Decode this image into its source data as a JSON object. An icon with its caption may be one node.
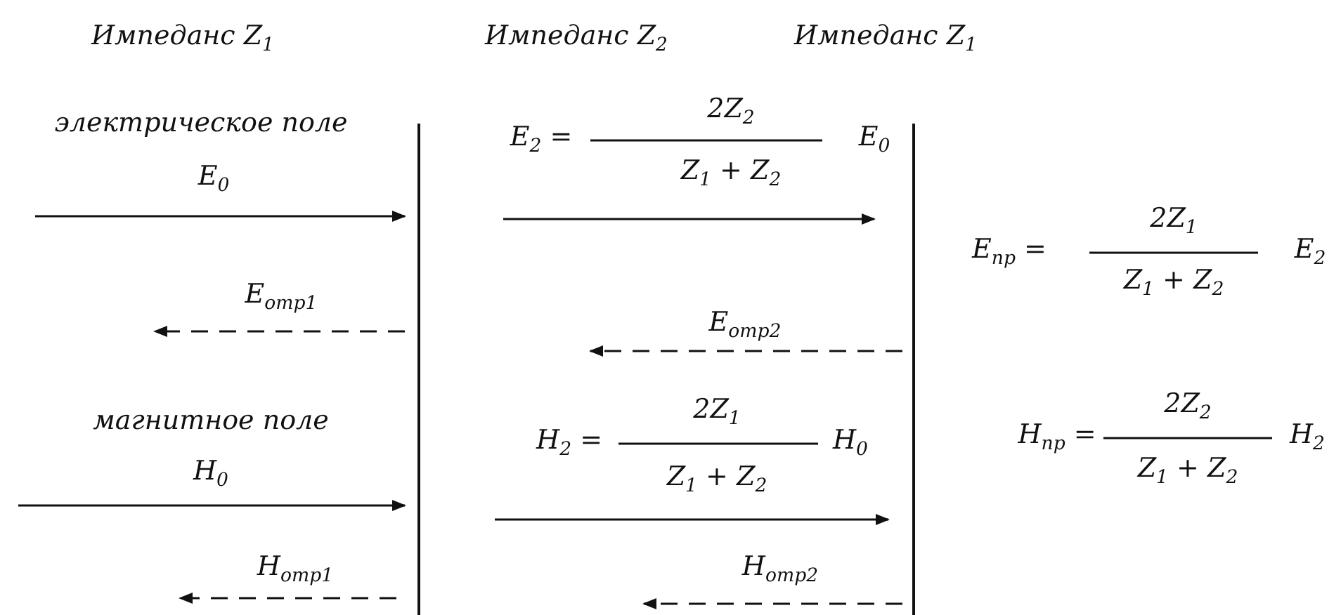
{
  "diagram": {
    "labels": [
      "Импеданс Z$_{1}$",
      "Импеданс Z$_{2}$",
      "Импеданс Z$_{1}$",
      "электрическое поле",
      "E$_{0}$",
      "E$_{2}$ =",
      "2Z$_{2}$",
      "Z$_{1}$ + Z$_{2}$",
      "E$_{0}$",
      "E$_{пр}$ =",
      "2Z$_{1}$",
      "Z$_{1}$ + Z$_{2}$",
      "E$_{2}$",
      "E$_{отр1}$",
      "E$_{отр2}$",
      "магнитное поле",
      "H$_{0}$",
      "H$_{2}$ =",
      "2Z$_{1}$",
      "Z$_{1}$ + Z$_{2}$",
      "H$_{0}$",
      "H$_{пр}$ =",
      "2Z$_{2}$",
      "Z$_{1}$ + Z$_{2}$",
      "H$_{2}$",
      "H$_{отр1}$",
      "H$_{отр2}$"
    ]
  }
}
